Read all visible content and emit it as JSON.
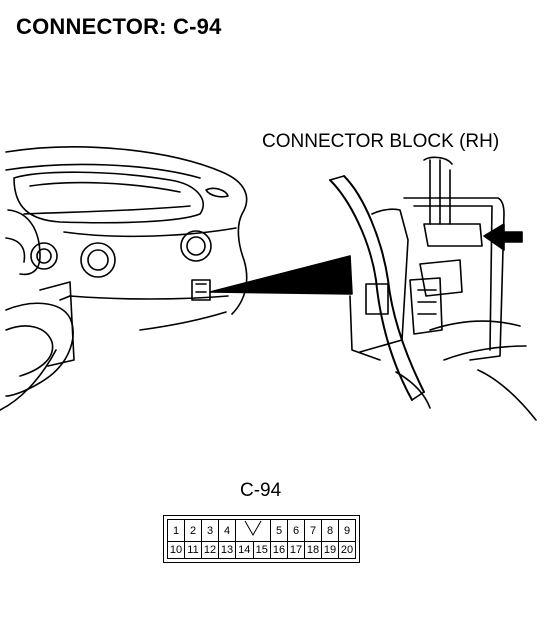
{
  "title": "CONNECTOR: C-94",
  "callout": "CONNECTOR BLOCK (RH)",
  "connector": {
    "label": "C-94",
    "top_row": [
      "1",
      "2",
      "3",
      "4",
      "",
      "5",
      "6",
      "7",
      "8",
      "9"
    ],
    "bottom_row": [
      "10",
      "11",
      "12",
      "13",
      "14",
      "15",
      "16",
      "17",
      "18",
      "19",
      "20"
    ]
  }
}
